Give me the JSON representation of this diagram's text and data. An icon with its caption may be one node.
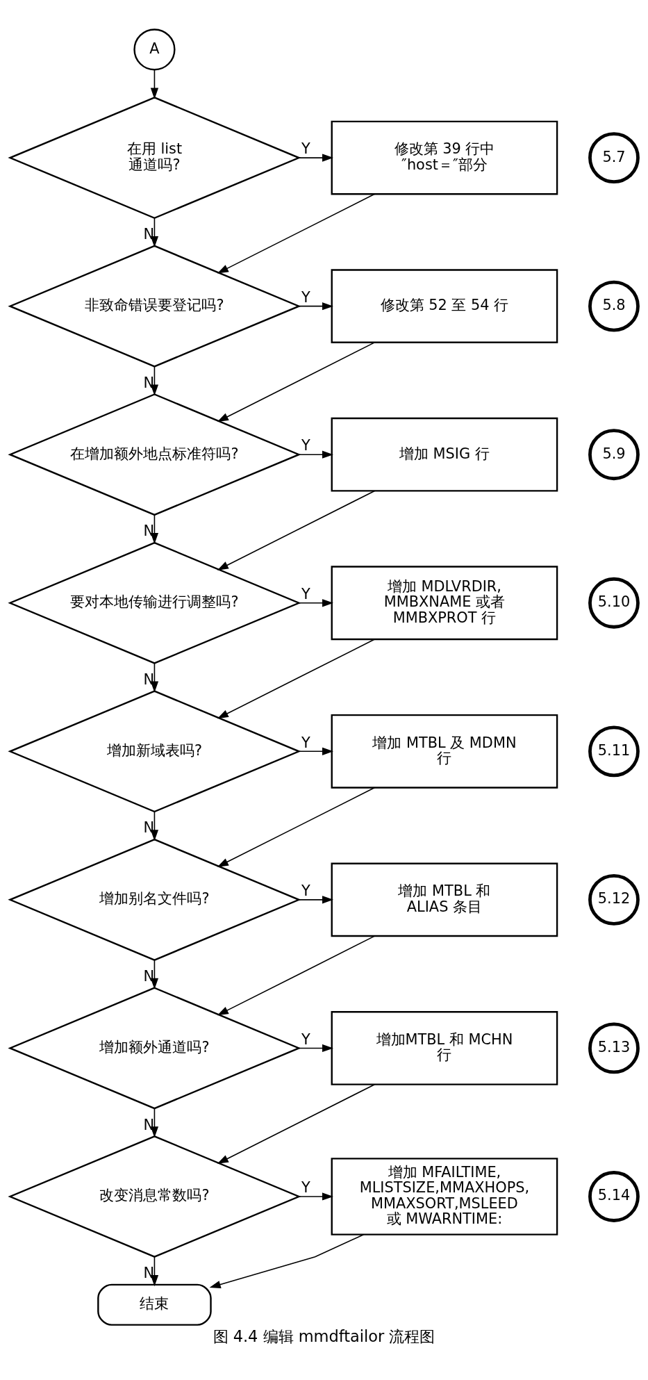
{
  "diagram": {
    "caption": "图 4.4 编辑 mmdftailor 流程图",
    "nodes": [
      {
        "text": [
          "A"
        ]
      },
      {
        "text": [
          "5.7"
        ]
      },
      {
        "text": [
          "在用 list 通道吗?"
        ]
      },
      {
        "text": [
          "修改第 39 行中 ″host＝″部分"
        ]
      },
      {
        "text": [
          "5.8"
        ]
      },
      {
        "text": [
          "非致命错误要登记吗?"
        ]
      },
      {
        "text": [
          "修改第 52 至 54 行"
        ]
      },
      {
        "text": [
          "5.9"
        ]
      },
      {
        "text": [
          "在增加额外地点标准符吗?"
        ]
      },
      {
        "text": [
          "增加 MSIG 行"
        ]
      },
      {
        "text": [
          "5.10"
        ]
      },
      {
        "text": [
          "要对本地传输进行调整吗?"
        ]
      },
      {
        "text": [
          "增加 MDLVRDIR, MMBXNAME 或者 MMBXPROT 行"
        ]
      },
      {
        "text": [
          "5.11"
        ]
      },
      {
        "text": [
          "增加新域表吗?"
        ]
      },
      {
        "text": [
          "增加 MTBL 及 MDMN 行"
        ]
      },
      {
        "text": [
          "5.12"
        ]
      },
      {
        "text": [
          "增加别名文件吗?"
        ]
      },
      {
        "text": [
          "增加 MTBL 和 ALIAS 条目"
        ]
      },
      {
        "text": [
          "5.13"
        ]
      },
      {
        "text": [
          "增加额外通道吗?"
        ]
      },
      {
        "text": [
          "增加MTBL 和 MCHN 行"
        ]
      },
      {
        "text": [
          "5.14"
        ]
      },
      {
        "text": [
          "改变消息常数吗?"
        ]
      },
      {
        "text": [
          "增加 MFAILTIME, MLISTSIZE,MMAXHOPS, MMAXSORT,MSLEED 或 MWARNTIME:"
        ]
      },
      {
        "text": [
          "结束"
        ]
      }
    ],
    "edges": [
      {
        "from": 0,
        "to": 2,
        "arrow": "to"
      },
      {
        "from": 2,
        "to": 3,
        "label": "Y",
        "arrow": "to"
      },
      {
        "from": 2,
        "to": 5,
        "label": "N",
        "arrow": "to"
      },
      {
        "from": 3,
        "to": 5,
        "arrow": "to"
      },
      {
        "from": 5,
        "to": 6,
        "label": "Y",
        "arrow": "to"
      },
      {
        "from": 5,
        "to": 8,
        "label": "N",
        "arrow": "to"
      },
      {
        "from": 6,
        "to": 8,
        "arrow": "to"
      },
      {
        "from": 8,
        "to": 9,
        "label": "Y",
        "arrow": "to"
      },
      {
        "from": 8,
        "to": 11,
        "label": "N",
        "arrow": "to"
      },
      {
        "from": 9,
        "to": 11,
        "arrow": "to"
      },
      {
        "from": 11,
        "to": 12,
        "label": "Y",
        "arrow": "to"
      },
      {
        "from": 11,
        "to": 14,
        "label": "N",
        "arrow": "to"
      },
      {
        "from": 12,
        "to": 14,
        "arrow": "to"
      },
      {
        "from": 14,
        "to": 15,
        "label": "Y",
        "arrow": "to"
      },
      {
        "from": 14,
        "to": 17,
        "label": "N",
        "arrow": "to"
      },
      {
        "from": 15,
        "to": 17,
        "arrow": "to"
      },
      {
        "from": 17,
        "to": 18,
        "label": "Y",
        "arrow": "to"
      },
      {
        "from": 17,
        "to": 20,
        "label": "N",
        "arrow": "to"
      },
      {
        "from": 18,
        "to": 20,
        "arrow": "to"
      },
      {
        "from": 20,
        "to": 21,
        "label": "Y",
        "arrow": "to"
      },
      {
        "from": 20,
        "to": 23,
        "label": "N",
        "arrow": "to"
      },
      {
        "from": 21,
        "to": 23,
        "arrow": "to"
      },
      {
        "from": 23,
        "to": 24,
        "label": "Y",
        "arrow": "to"
      },
      {
        "from": 23,
        "to": 25,
        "label": "N",
        "arrow": "to"
      },
      {
        "from": 24,
        "to": 25,
        "arrow": "to"
      }
    ]
  }
}
